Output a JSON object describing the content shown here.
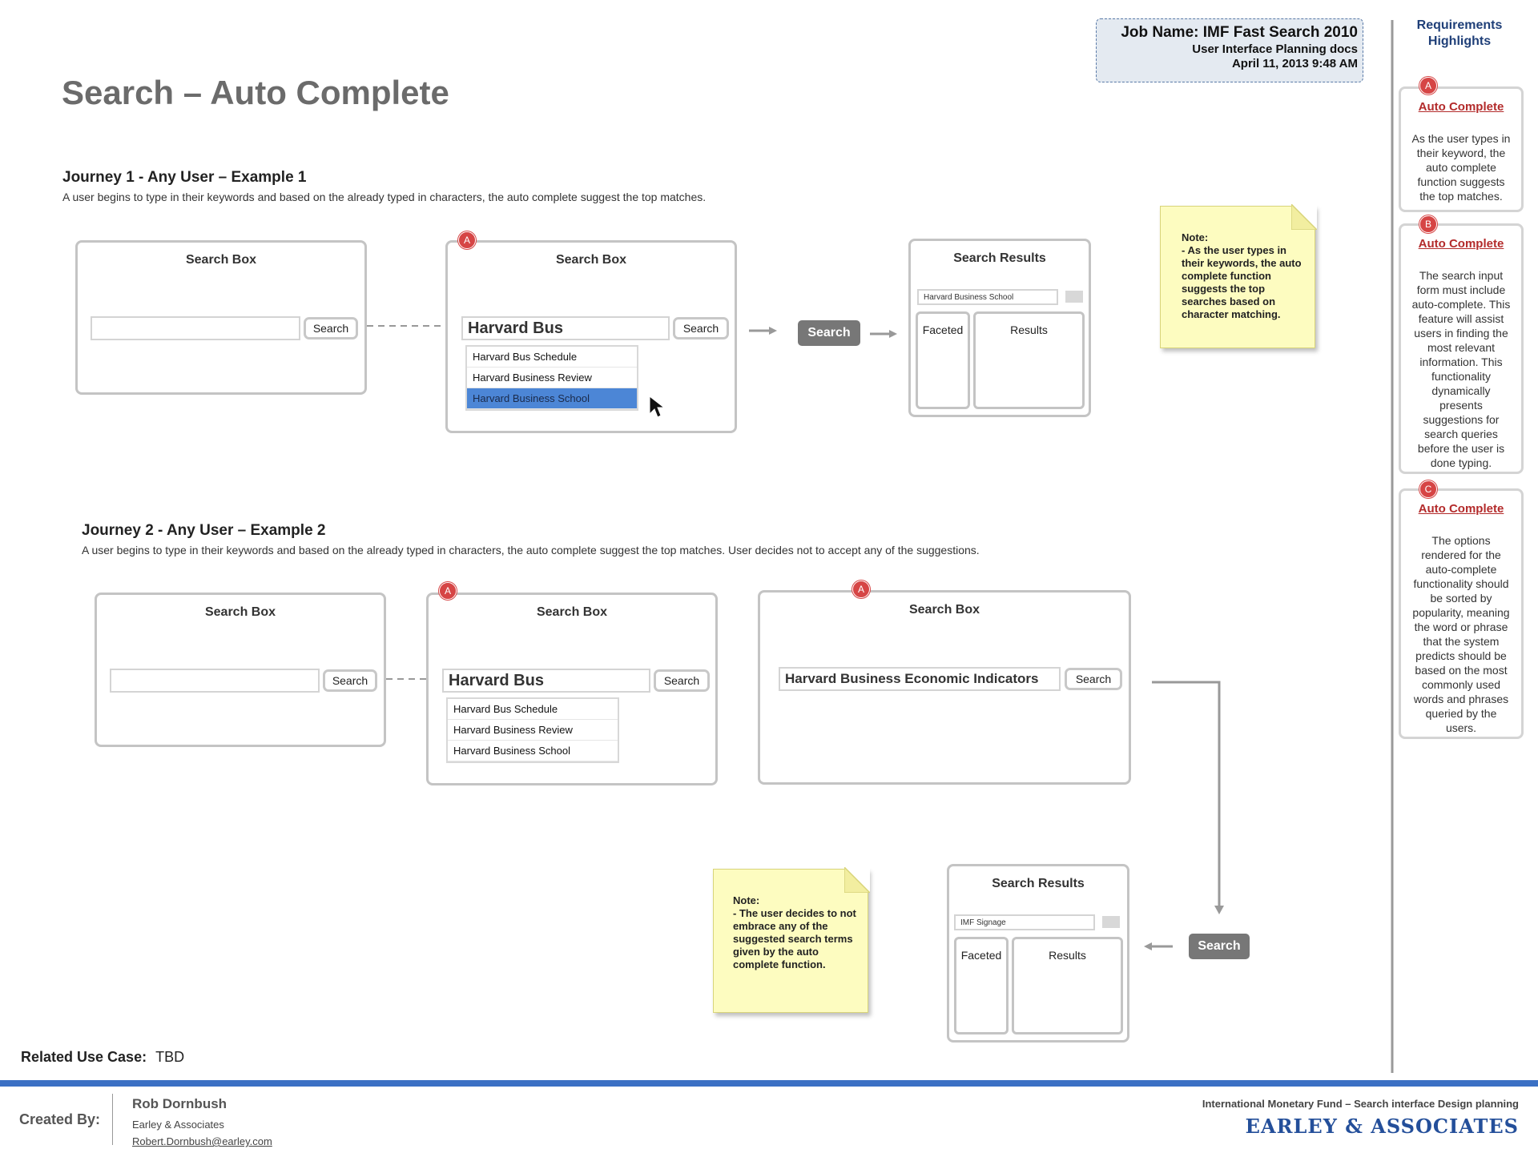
{
  "page_title": "Search – Auto Complete",
  "job": {
    "name": "Job Name: IMF Fast Search 2010",
    "subtitle": "User Interface Planning docs",
    "date": "April 11, 2013 9:48 AM"
  },
  "journey1": {
    "title": "Journey 1 - Any User – Example 1",
    "desc": "A user begins to type in their keywords and based on the already typed in characters, the auto complete suggest the top matches.",
    "frame1": {
      "title": "Search Box",
      "input": "",
      "button": "Search"
    },
    "frame2": {
      "title": "Search Box",
      "badge": "A",
      "input": "Harvard Bus",
      "button": "Search",
      "suggestions": [
        "Harvard Bus Schedule",
        "Harvard Business Review",
        "Harvard Business School"
      ]
    },
    "search_button": "Search",
    "results": {
      "title": "Search Results",
      "query": "Harvard Business School",
      "faceted": "Faceted",
      "results": "Results"
    },
    "note": "Note:\n- As the user types in their keywords, the auto complete function suggests the top searches based on character matching."
  },
  "journey2": {
    "title": "Journey 2 - Any User – Example 2",
    "desc": "A user begins to type in their keywords and based on the already typed in characters, the auto complete suggest the top matches. User decides not to accept any of the suggestions.",
    "frame1": {
      "title": "Search Box",
      "input": "",
      "button": "Search"
    },
    "frame2": {
      "title": "Search Box",
      "badge": "A",
      "input": "Harvard Bus",
      "button": "Search",
      "suggestions": [
        "Harvard Bus Schedule",
        "Harvard Business Review",
        "Harvard Business School"
      ]
    },
    "frame3": {
      "title": "Search Box",
      "badge": "A",
      "input": "Harvard Business Economic Indicators",
      "button": "Search"
    },
    "search_button": "Search",
    "results": {
      "title": "Search Results",
      "query": "IMF Signage",
      "faceted": "Faceted",
      "results": "Results"
    },
    "note": "Note:\n- The user decides to not embrace any of the suggested search terms given by the auto complete function."
  },
  "related": {
    "label": "Related Use Case:",
    "value": "TBD"
  },
  "sidebar": {
    "heading": "Requirements Highlights",
    "cards": [
      {
        "badge": "A",
        "title": "Auto Complete",
        "body": "As the user types in their keyword, the auto complete function suggests the top matches."
      },
      {
        "badge": "B",
        "title": "Auto Complete",
        "body": "The search input form must include auto-complete.  This feature will assist users in finding the most relevant information.  This functionality dynamically presents suggestions for search queries before the user is done typing."
      },
      {
        "badge": "C",
        "title": "Auto Complete",
        "body": "The options rendered for the auto-complete functionality should be sorted by popularity, meaning the word or phrase that the system predicts should be based on the most commonly used words and phrases queried by the users."
      }
    ]
  },
  "footer": {
    "created_by_label": "Created By:",
    "author": "Rob Dornbush",
    "company": "Earley & Associates",
    "email": "Robert.Dornbush@earley.com",
    "project": "International Monetary Fund – Search interface Design planning",
    "logo": "EARLEY & ASSOCIATES"
  },
  "colors": {
    "accent_blue": "#3b70c4",
    "badge_red": "#d64545",
    "selected_blue": "#4c86d6",
    "note_yellow": "#fdfcc0"
  }
}
